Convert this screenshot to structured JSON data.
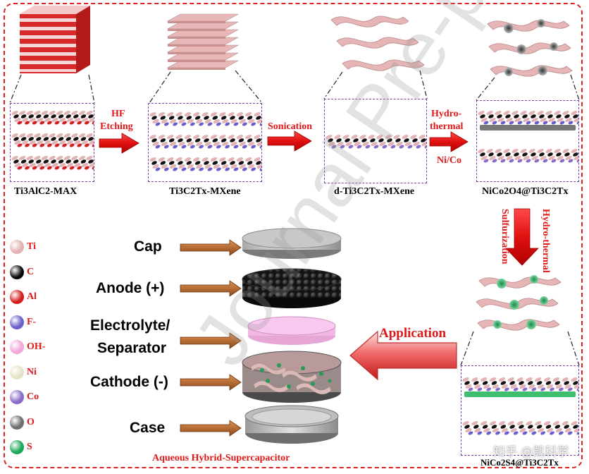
{
  "stages": {
    "max_label": "Ti3AlC2-MAX",
    "mxene_label": "Ti3C2Tx-MXene",
    "dmxene_label": "d-Ti3C2Tx-MXene",
    "nco_label": "NiCo2O4@Ti3C2Tx",
    "ncs_label": "NiCo2S4@Ti3C2Tx"
  },
  "arrows": {
    "hf_line1": "HF",
    "hf_line2": "Etching",
    "sonication": "Sonication",
    "hydro_line1": "Hydro-",
    "hydro_line2": "thermal",
    "nico": "Ni/Co",
    "sulfurization": "Sulfurization",
    "hydrothermal_vertical": "Hydro-thermal",
    "application": "Application"
  },
  "legend": [
    {
      "symbol": "Ti",
      "color": "#e3b2b4"
    },
    {
      "symbol": "C",
      "color": "#0a0a0a"
    },
    {
      "symbol": "Al",
      "color": "#d41e1e"
    },
    {
      "symbol": "F-",
      "color": "#6a5fc8"
    },
    {
      "symbol": "OH-",
      "color": "#f2a6d8"
    },
    {
      "symbol": "Ni",
      "color": "#e6e2c8"
    },
    {
      "symbol": "Co",
      "color": "#8a6ac8"
    },
    {
      "symbol": "O",
      "color": "#6e6e6e"
    },
    {
      "symbol": "S",
      "color": "#1ca85a"
    }
  ],
  "device": {
    "cap": "Cap",
    "anode": "Anode (+)",
    "electrolyte_line1": "Electrolyte/",
    "electrolyte_line2": "Separator",
    "cathode": "Cathode (-)",
    "case": "Case",
    "title": "Aqueous Hybrid-Supercapacitor"
  },
  "watermark": "Journal Pre-p",
  "corner_mark": "知乎 @凯科学"
}
